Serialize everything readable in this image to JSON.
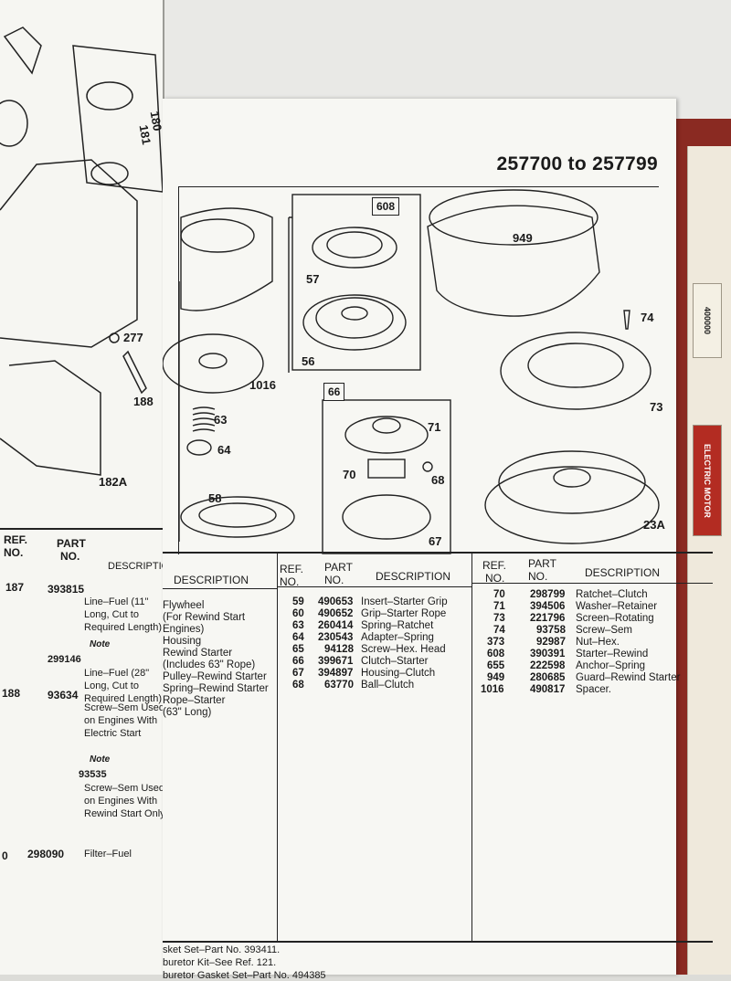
{
  "header": {
    "title": "257700 to 257799"
  },
  "callouts": {
    "c181": "181",
    "c180": "180",
    "c277": "277",
    "c188": "188",
    "c182a": "182A",
    "c608": "608",
    "c57": "57",
    "c56": "56",
    "c1016": "1016",
    "c63": "63",
    "c64": "64",
    "c58": "58",
    "c66": "66",
    "c71": "71",
    "c70": "70",
    "c68": "68",
    "c67": "67",
    "c949": "949",
    "c74": "74",
    "c73": "73",
    "c23a": "23A"
  },
  "tabs": {
    "tab1": "400000",
    "tab2": "ELECTRIC MOTOR"
  },
  "left_page": {
    "headers": {
      "ref": "REF.",
      "no": "NO.",
      "part": "PART",
      "part_no": "NO.",
      "desc": "DESCRIPTION"
    },
    "rows": [
      {
        "ref": "187",
        "part": "393815",
        "text": "Line–Fuel (11\" Long, Cut to Required Length)"
      },
      {
        "note": "Note"
      },
      {
        "part": "299146",
        "text": "Line–Fuel (28\" Long, Cut to Required Length)"
      },
      {
        "ref": "188",
        "part": "93634",
        "text": "Screw–Sem Used on Engines With Electric Start"
      },
      {
        "note": "Note"
      },
      {
        "part": "93535",
        "text": "Screw–Sem Used on Engines With Rewind Start Only"
      },
      {
        "ref": "0",
        "part": "298090",
        "text": "Filter–Fuel"
      }
    ]
  },
  "table": {
    "col1": {
      "header_desc": "DESCRIPTION",
      "rows": [
        "Flywheel",
        "(For Rewind Start",
        "Engines)",
        "Housing",
        "Rewind Starter",
        "(Includes 63\" Rope)",
        "Pulley–Rewind Starter",
        "Spring–Rewind Starter",
        "Rope–Starter",
        "(63\" Long)"
      ]
    },
    "col2": {
      "header_ref": [
        "REF.",
        "NO."
      ],
      "header_part": [
        "PART",
        "NO."
      ],
      "header_desc": "DESCRIPTION",
      "rows": [
        {
          "ref": "59",
          "part": "490653",
          "desc": "Insert–Starter Grip"
        },
        {
          "ref": "60",
          "part": "490652",
          "desc": "Grip–Starter Rope"
        },
        {
          "ref": "63",
          "part": "260414",
          "desc": "Spring–Ratchet"
        },
        {
          "ref": "64",
          "part": "230543",
          "desc": "Adapter–Spring"
        },
        {
          "ref": "65",
          "part": "94128",
          "desc": "Screw–Hex. Head"
        },
        {
          "ref": "66",
          "part": "399671",
          "desc": "Clutch–Starter"
        },
        {
          "ref": "67",
          "part": "394897",
          "desc": "Housing–Clutch"
        },
        {
          "ref": "68",
          "part": "63770",
          "desc": "Ball–Clutch"
        }
      ]
    },
    "col3": {
      "header_ref": [
        "REF.",
        "NO."
      ],
      "header_part": [
        "PART",
        "NO."
      ],
      "header_desc": "DESCRIPTION",
      "rows": [
        {
          "ref": "70",
          "part": "298799",
          "desc": "Ratchet–Clutch"
        },
        {
          "ref": "71",
          "part": "394506",
          "desc": "Washer–Retainer"
        },
        {
          "ref": "73",
          "part": "221796",
          "desc": "Screen–Rotating"
        },
        {
          "ref": "74",
          "part": "93758",
          "desc": "Screw–Sem"
        },
        {
          "ref": "373",
          "part": "92987",
          "desc": "Nut–Hex."
        },
        {
          "ref": "608",
          "part": "390391",
          "desc": "Starter–Rewind"
        },
        {
          "ref": "655",
          "part": "222598",
          "desc": "Anchor–Spring"
        },
        {
          "ref": "949",
          "part": "280685",
          "desc": "Guard–Rewind Starter"
        },
        {
          "ref": "1016",
          "part": "490817",
          "desc": "Spacer."
        }
      ]
    }
  },
  "footer": {
    "line1": "sket Set–Part No. 393411.",
    "line2": "buretor Kit–See Ref. 121.",
    "line3": "buretor Gasket Set–Part No. 494385"
  }
}
